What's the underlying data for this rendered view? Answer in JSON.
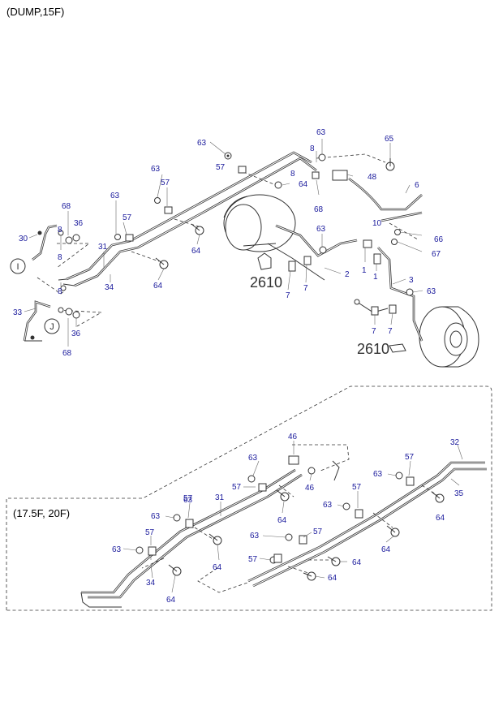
{
  "headers": {
    "top_section": "(DUMP,15F)",
    "bottom_section": "(17.5F, 20F)"
  },
  "reference_labels": {
    "ref_1": "2610",
    "ref_2": "2610"
  },
  "circle_markers": {
    "marker_i": "I",
    "marker_j": "J"
  },
  "top_callouts": {
    "c01": "63",
    "c02": "8",
    "c03": "63",
    "c04": "65",
    "c05": "57",
    "c06": "63",
    "c07": "8",
    "c08": "48",
    "c09": "64",
    "c10": "57",
    "c11": "68",
    "c12": "6",
    "c13": "63",
    "c14": "68",
    "c15": "63",
    "c16": "10",
    "c17": "36",
    "c18": "57",
    "c19": "8",
    "c20": "66",
    "c21": "30",
    "c22": "31",
    "c23": "64",
    "c24": "1",
    "c25": "67",
    "c26": "8",
    "c27": "64",
    "c28": "2",
    "c29": "34",
    "c30": "1",
    "c31": "3",
    "c32": "8",
    "c33": "7",
    "c34": "63",
    "c35": "7",
    "c36": "33",
    "c37": "36",
    "c38": "7",
    "c39": "7",
    "c40": "68"
  },
  "bottom_callouts": {
    "b01": "32",
    "b02": "46",
    "b03": "57",
    "b04": "63",
    "b05": "63",
    "b06": "57",
    "b07": "46",
    "b08": "35",
    "b09": "57",
    "b10": "31",
    "b11": "64",
    "b12": "63",
    "b13": "57",
    "b14": "64",
    "b15": "63",
    "b16": "64",
    "b17": "63",
    "b18": "57",
    "b19": "63",
    "b20": "57",
    "b21": "64",
    "b22": "64",
    "b23": "57",
    "b24": "34",
    "b25": "64",
    "b26": "64"
  }
}
